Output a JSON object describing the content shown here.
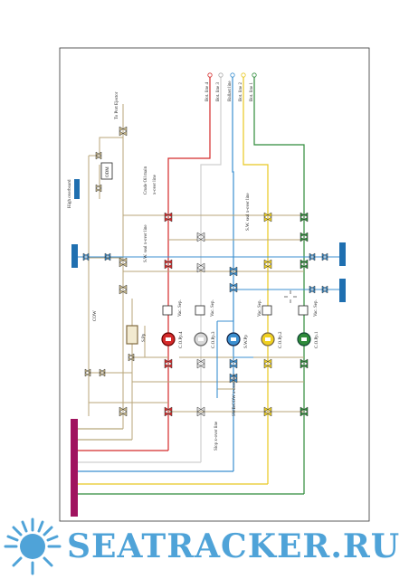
{
  "labels": {
    "high_overboard": "High overboard",
    "to_port_ejector": "To Port Ejector",
    "odm": "ODM",
    "crude_oil_main": "Crude Oil main",
    "xover_line": "x-over line",
    "sw_seal_xover_line": "S.W. seal x-over line",
    "sw_seal_xover_line_2": "S.W. seal x-over line",
    "slop_xover_line": "Slop x-over line",
    "swbwcow_xover_line": "SWB/COW x-over line",
    "cow": "COW",
    "s_pp": "S.Pp",
    "sw_pp": "S.W.Pp",
    "cop4": "C.O.Pp.4",
    "cop3": "C.O.Pp.3",
    "cop2": "C.O.Pp.2",
    "cop1": "C.O.Pp.1",
    "vac_sep_1": "Vac. Sep.",
    "vac_sep_2": "Vac. Sep.",
    "vac_sep_3": "Vac. Sep.",
    "vac_sep_4": "Vac. Sep.",
    "bot_line_4": "Bot. line 4",
    "bot_line_3": "Bot. line 3",
    "ballast_line": "Ballast line",
    "bot_line_2": "Bot. line 2",
    "bot_line_1": "Bot. line 1"
  },
  "colors": {
    "line4": "#d42a2a",
    "line3": "#d0d0d0",
    "ballast": "#3b8fd0",
    "line2": "#f0d020",
    "line1": "#2e8b3a",
    "tan": "#b8a67a",
    "purple": "#a0135f",
    "sea_chest": "#1f6fb0"
  },
  "watermark": {
    "text": "SEATRACKER.RU"
  }
}
